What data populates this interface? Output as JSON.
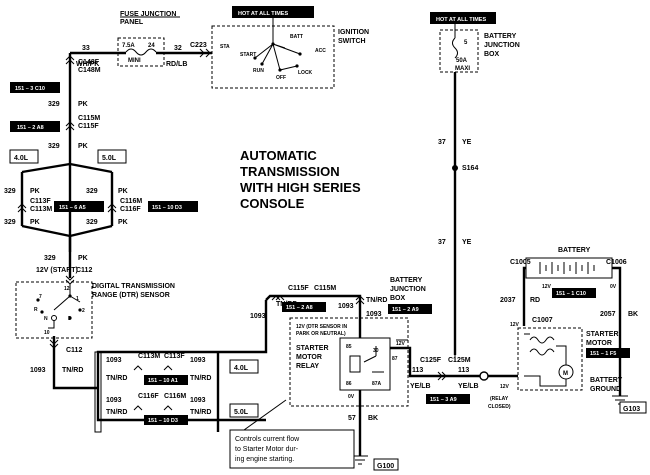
{
  "title": [
    "AUTOMATIC",
    "TRANSMISSION",
    "WITH HIGH SERIES",
    "CONSOLE"
  ],
  "fuse_panel": {
    "name": [
      "FUSE JUNCTION",
      "PANEL"
    ],
    "fuse": "7.5A",
    "num": "24",
    "mini": "MINI",
    "w_in": "33",
    "w_out": "32",
    "c_in": "WH/PK",
    "c_out": "RD/LB",
    "connector": "C223"
  },
  "hot_labels": [
    "HOT AT ALL TIMES",
    "HOT AT ALL TIMES"
  ],
  "ign": {
    "name": [
      "IGNITION",
      "SWITCH"
    ],
    "pos": [
      "BATT",
      "STA",
      "START",
      "ACC",
      "RUN",
      "OFF",
      "LOCK"
    ]
  },
  "bjb_top": {
    "name": [
      "BATTERY",
      "JUNCTION",
      "BOX"
    ],
    "fuse": "50A",
    "fuse_type": "MAXI",
    "num": "5"
  },
  "wires_left": {
    "c1": [
      "C148F",
      "C148M"
    ],
    "ref1": "151 – 3 C10",
    "w329a": "329",
    "pk": "PK",
    "c2": [
      "C115M",
      "C115F"
    ],
    "ref2": "151 – 2 A8",
    "v40": "4.0L",
    "v50": "5.0L",
    "c3": [
      "C113F",
      "C113M"
    ],
    "c4": [
      "C116M",
      "C116F"
    ],
    "ref3": "151 – 6 A5",
    "ref4": "151 – 10 D3"
  },
  "dtr": {
    "name": [
      "DIGITAL TRANSMISSION",
      "RANGE (DTR) SENSOR"
    ],
    "start": "12V (START)",
    "c112": "C112",
    "pins": [
      "12",
      "7",
      "R",
      "N",
      "D",
      "2",
      "1",
      "10"
    ],
    "w1093": "1093",
    "tnrd": "TN/RD"
  },
  "mid_conn": {
    "top": [
      "C113M",
      "C113F"
    ],
    "bot": [
      "C116F",
      "C116M"
    ],
    "ref_top": "151 – 10 A1",
    "ref_bot": "151 – 10 D3",
    "v40": "4.0L",
    "v50": "5.0L",
    "w": "1093",
    "c": "TN/RD"
  },
  "relay_area": {
    "c115": [
      "C115F",
      "C115M"
    ],
    "ref": "151 – 2 A8",
    "w": "1093",
    "c": "TN/RD",
    "bjb": [
      "BATTERY",
      "JUNCTION",
      "BOX"
    ],
    "bjb_ref": "151 – 2 A9",
    "note12v": [
      "12V (DTR SENSOR IN",
      "PARK OR NEUTRAL)"
    ],
    "name": [
      "STARTER",
      "MOTOR",
      "RELAY"
    ],
    "pins": [
      "85",
      "30",
      "86",
      "87A",
      "87",
      "12V",
      "0V"
    ],
    "c125": [
      "C125F",
      "C125M"
    ],
    "w113": "113",
    "yelb": "YE/LB",
    "ref2": "151 – 3 A9",
    "v12": "12V",
    "relay_closed": [
      "(RELAY",
      "CLOSED)"
    ],
    "gnd_w": "57",
    "gnd_c": "BK",
    "gnd": "G100"
  },
  "ye_wire": {
    "w": "37",
    "c": "YE",
    "splice": "S164"
  },
  "battery": {
    "name": "BATTERY",
    "c1005": "C1005",
    "c1006": "C1006",
    "ref": "151 – 1 C10",
    "v12": "12V",
    "v0": "0V",
    "w2037": "2037",
    "rd": "RD",
    "w2057": "2057",
    "bk": "BK",
    "gnd_lbl": [
      "BATTERY",
      "GROUND"
    ],
    "gnd": "G103"
  },
  "starter": {
    "name": [
      "STARTER",
      "MOTOR"
    ],
    "c1007": "C1007",
    "ref": "151 – 1 F5",
    "v12": "12V",
    "m": "M"
  },
  "note": [
    "Controls current flow",
    "to Starter Motor dur-",
    "ing engine starting."
  ]
}
